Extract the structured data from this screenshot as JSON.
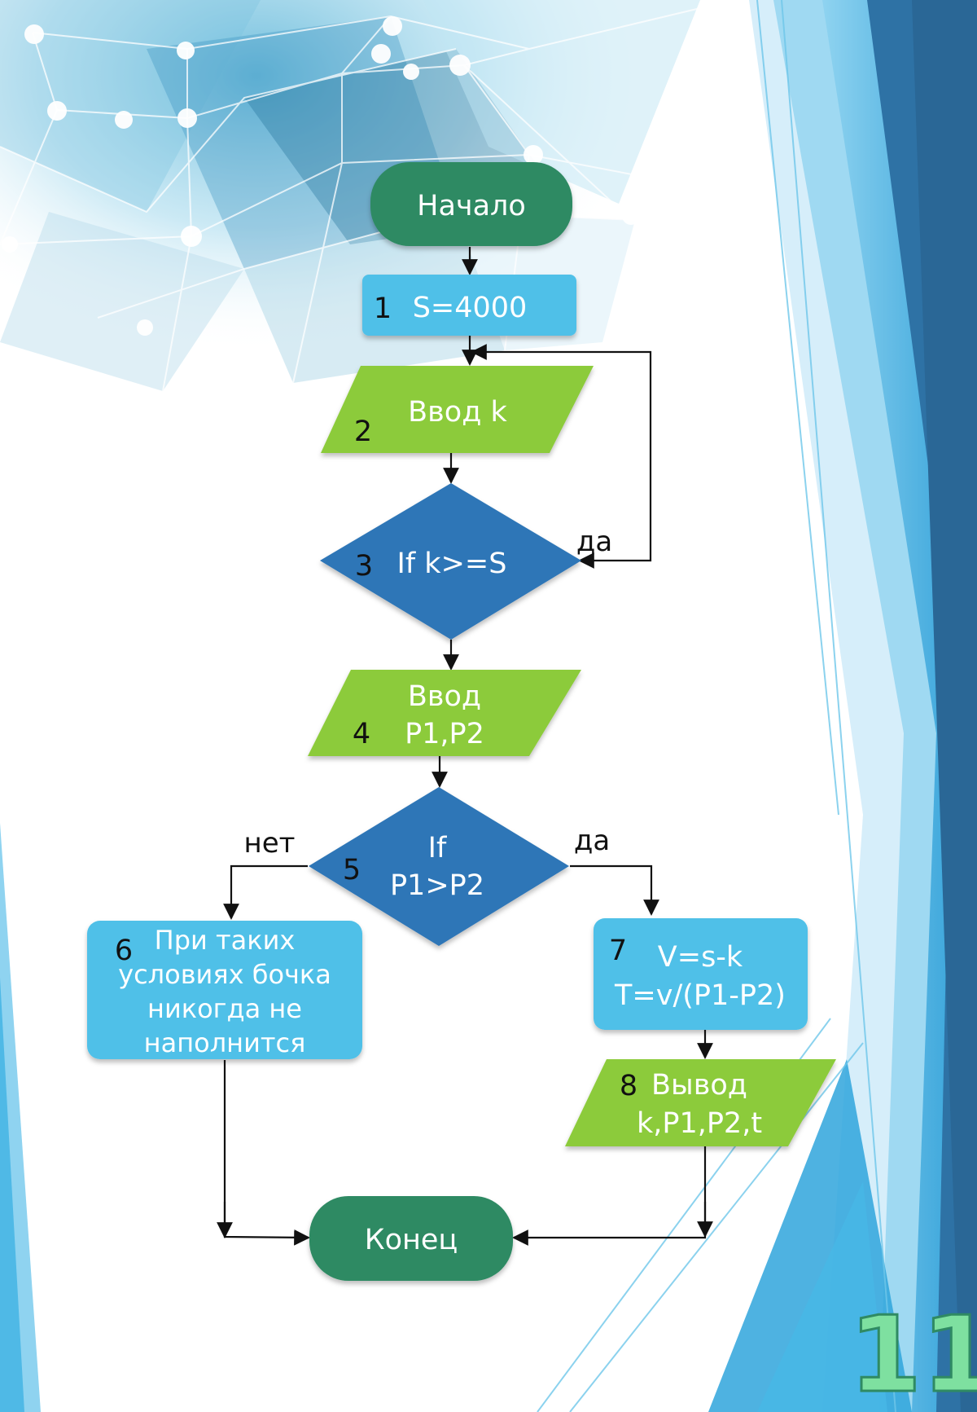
{
  "colors": {
    "terminal": "#2f8a63",
    "process": "#4fc0e8",
    "io": "#8ccb3b",
    "decision": "#2f76b7",
    "line": "#111111",
    "page_number": "#7ee0a0"
  },
  "nodes": {
    "start": {
      "text": "Начало"
    },
    "n1": {
      "num": "1",
      "text": "S=4000"
    },
    "n2": {
      "num": "2",
      "text": "Ввод k"
    },
    "n3": {
      "num": "3",
      "text": "If k>=S"
    },
    "n4": {
      "num": "4",
      "line1": "Ввод",
      "line2": "P1,P2"
    },
    "n5": {
      "num": "5",
      "line1": "If",
      "line2": "P1>P2"
    },
    "n6": {
      "num": "6",
      "line1": "При таких",
      "line2": "условиях бочка",
      "line3": "никогда не",
      "line4": "наполнится"
    },
    "n7": {
      "num": "7",
      "line1": "V=s-k",
      "line2": "T=v/(P1-P2)"
    },
    "n8": {
      "num": "8",
      "line1": "Вывод",
      "line2": "k,P1,P2,t"
    },
    "end": {
      "text": "Конец"
    }
  },
  "branches": {
    "n3_yes": "да",
    "n5_no": "нет",
    "n5_yes": "да"
  },
  "page_number": "11"
}
